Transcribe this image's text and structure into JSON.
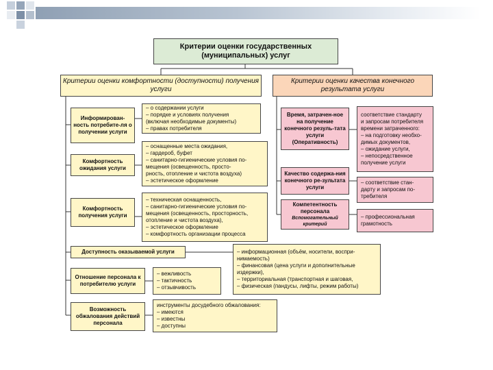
{
  "title": "Критерии оценки государственных (муниципальных) услуг",
  "left_header": "Критерии оценки комфортности (доступности) получения услуги",
  "right_header": "Критерии оценки качества конечного результата услуги",
  "left_criteria": [
    {
      "label": "Информирован-ность потребите-ля о получении услуги",
      "details": [
        "– о содержании услуги",
        "– порядке и условиях получения",
        "(включая необходимые документы)",
        "– правах потребителя"
      ]
    },
    {
      "label": "Комфортность ожидания услуги",
      "details": [
        "– оснащенные места ожидания,",
        "– гардероб, буфет",
        "– санитарно-гигиенические условия по-",
        "мещения (освещенность, просто-",
        "рность, отопление и чистота воздуха)",
        "– эстетическое оформление"
      ]
    },
    {
      "label": "Комфортность получения услуги",
      "details": [
        "– техническая оснащенность,",
        "– санитарно-гигиенические условия по-",
        "мещения (освещенность, просторность,",
        "отопление и чистота воздуха),",
        "– эстетическое оформление",
        "– комфортность организации процесса"
      ]
    },
    {
      "label": "Доступность оказываемой услуги",
      "details": [
        "– информационная (объём, носители, воспри-",
        "нимаемость)",
        "– финансовая (цена услуги и дополнительные",
        "издержки),",
        "– территориальная (транспортная и шаговая,",
        "– физическая (пандусы, лифты, режим работы)"
      ]
    },
    {
      "label": "Отношение персонала к потребителю услуги",
      "details": [
        "– вежливость",
        "– тактичность",
        "– отзывчивость"
      ]
    },
    {
      "label": "Возможность обжалования действий персонала",
      "details": [
        "инструменты досудебного обжалования:",
        "– имеются",
        "– известны",
        "– доступны"
      ]
    }
  ],
  "right_criteria": [
    {
      "label": "Время, затрачен-ное на получение конечного резуль-тата услуги (Оперативность)",
      "details": [
        "соответствие стандарту",
        "и запросам потребителя",
        "времени затраченного:",
        "– на подготовку необхо-",
        "димых документов,",
        "– ожидание услуги,",
        "– непосредственное",
        "получение услуги"
      ]
    },
    {
      "label": "Качество содержа-ния конечного ре-зультата услуги",
      "details": [
        "– соответствие стан-",
        "дарту и запросам по-",
        "требителя"
      ]
    },
    {
      "label": "Компетентность персонала",
      "sublabel": "Вспомогательный критерий",
      "details": [
        "– профессиональная",
        "грамотность"
      ]
    }
  ]
}
